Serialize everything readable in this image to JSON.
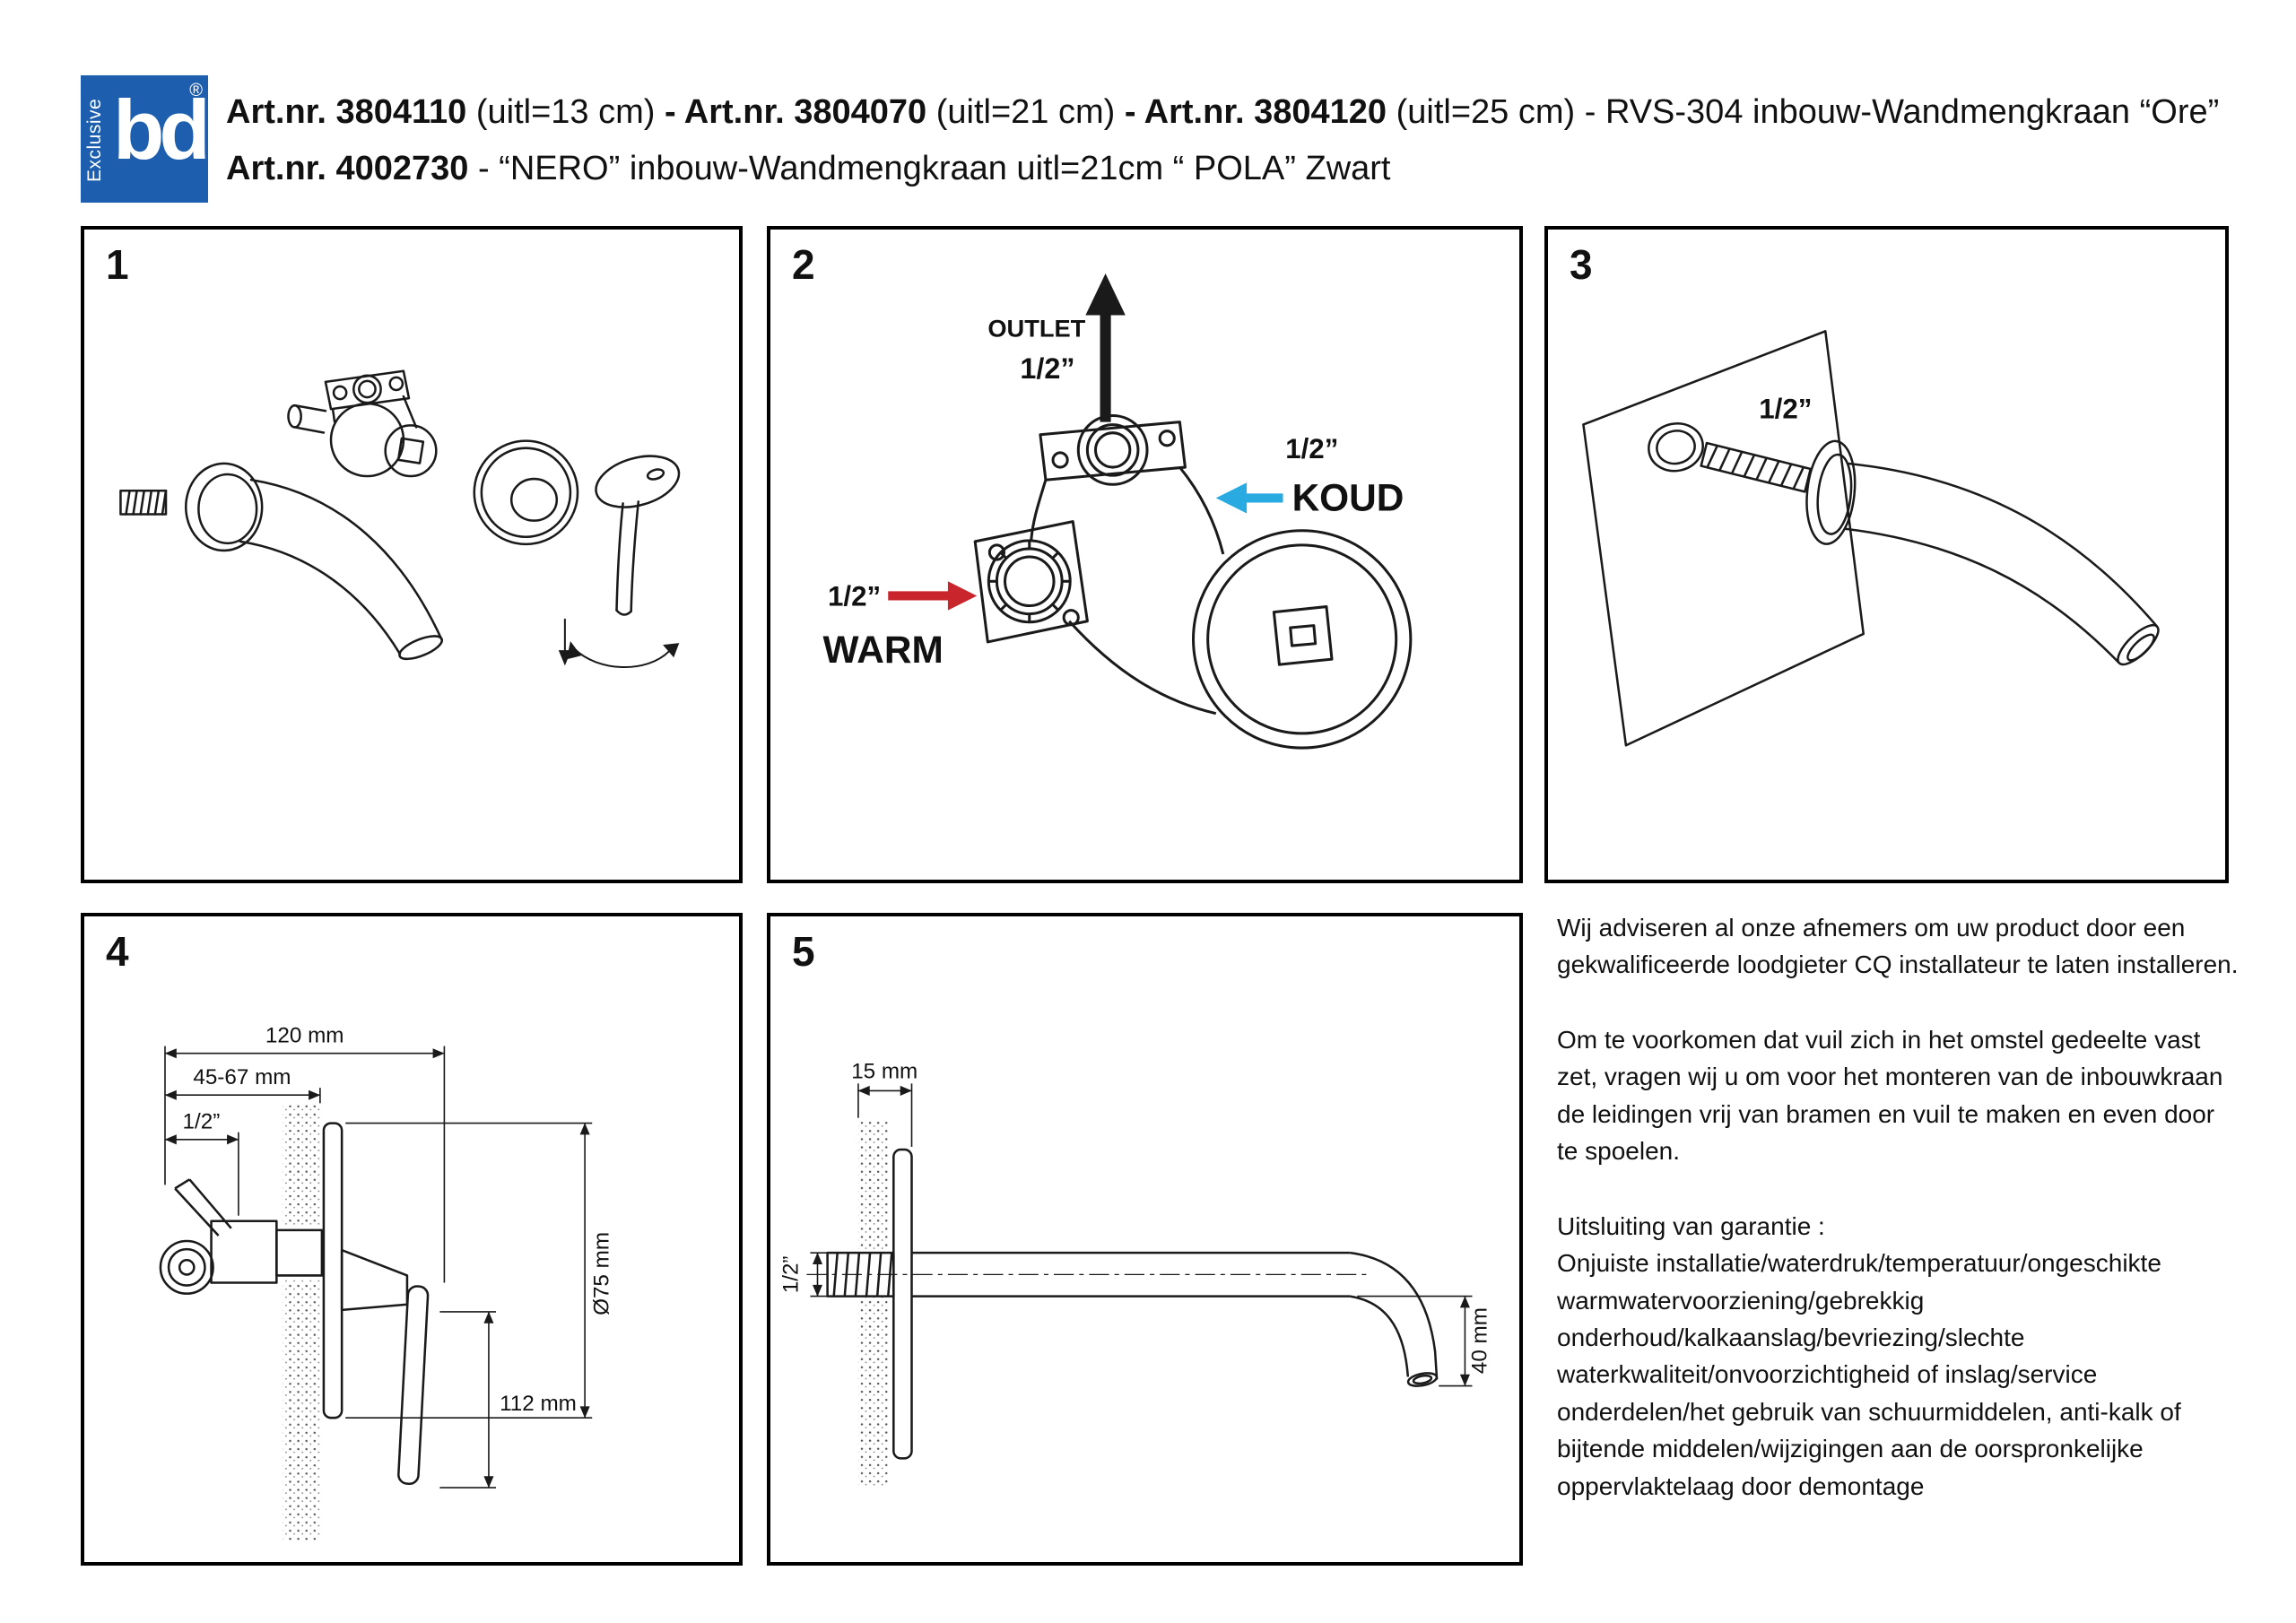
{
  "header": {
    "logo": {
      "tagline": "Exclusive",
      "brand": "bd",
      "registered": "®"
    },
    "line1": {
      "b1": "Art.nr. 3804110",
      "r1": " (uitl=13 cm) ",
      "b2": "- Art.nr. 3804070",
      "r2": " (uitl=21 cm) ",
      "b3": "- Art.nr. 3804120",
      "r3": " (uitl=25 cm) - RVS-304 inbouw-Wandmengkraan “Ore”"
    },
    "line2": {
      "b1": "Art.nr. 4002730",
      "r1": " - “NERO” inbouw-Wandmengkraan uitl=21cm “ POLA” Zwart"
    }
  },
  "panels": {
    "p1": {
      "number": "1"
    },
    "p2": {
      "number": "2",
      "outlet_label": "OUTLET",
      "outlet_size": "1/2”",
      "warm_size": "1/2”",
      "warm_label": "WARM",
      "cold_size": "1/2”",
      "cold_label": "KOUD",
      "warm_color": "#c9252c",
      "cold_color": "#29abe2"
    },
    "p3": {
      "number": "3",
      "size_label": "1/2”"
    },
    "p4": {
      "number": "4",
      "dims": {
        "width_total": "120 mm",
        "wall_range": "45-67 mm",
        "inlet": "1/2”",
        "plate_dia": "Ø75 mm",
        "handle_len": "112 mm"
      }
    },
    "p5": {
      "number": "5",
      "dims": {
        "plate_depth": "15 mm",
        "inlet": "1/2”",
        "drop": "40 mm"
      }
    }
  },
  "notes": {
    "para1": "Wij adviseren al onze afnemers om uw product door een gekwalificeerde loodgieter CQ installateur te laten installeren.",
    "para2": "Om te voorkomen dat vuil zich in het omstel gedeelte vast zet, vragen wij u om voor het monteren van de inbouwkraan de leidingen vrij van bramen en vuil te maken en even door te spoelen.",
    "warranty_title": "Uitsluiting van garantie :",
    "warranty_body": "Onjuiste installatie/waterdruk/temperatuur/ongeschikte warmwatervoorziening/gebrekkig onderhoud/kalkaanslag/bevriezing/slechte waterkwaliteit/onvoorzichtigheid of inslag/service onderdelen/het gebruik van schuurmiddelen, anti-kalk of bijtende middelen/wijzigingen aan de oorspronkelijke oppervlaktelaag  door demontage"
  }
}
